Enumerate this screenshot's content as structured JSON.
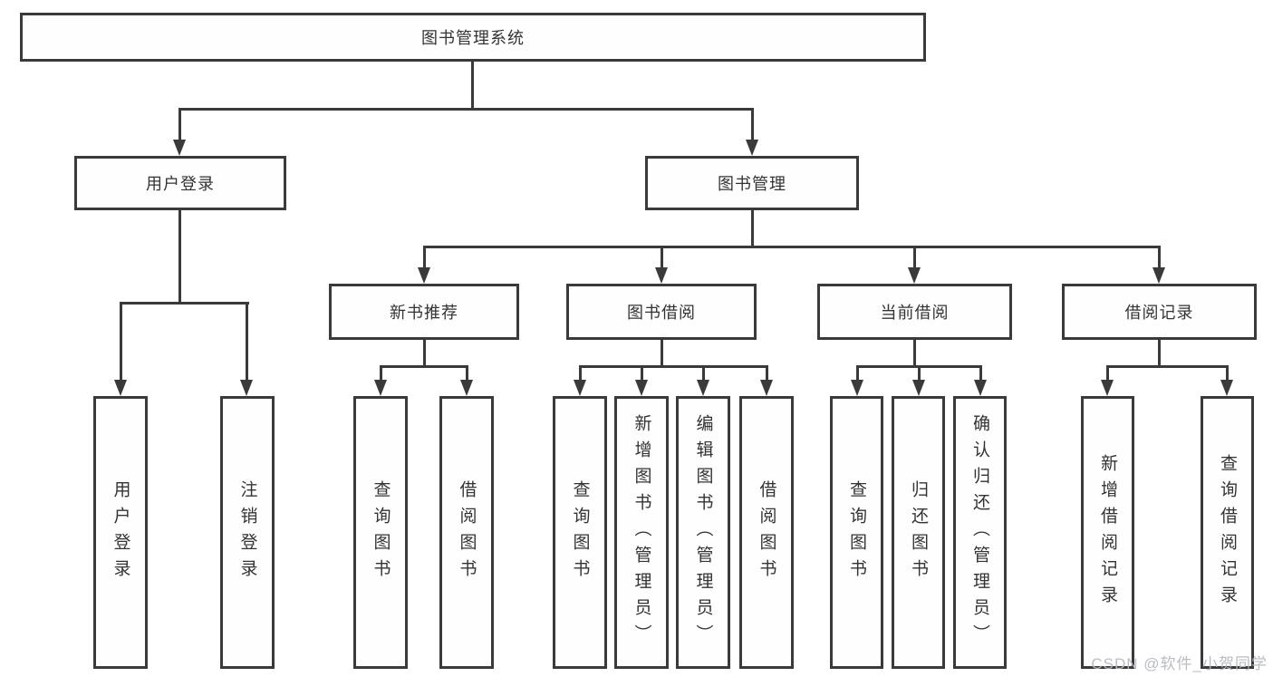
{
  "diagram": {
    "root": "图书管理系统",
    "branches": {
      "user_login": {
        "label": "用户登录",
        "children": {
          "login": "用户登录",
          "logout": "注销登录"
        }
      },
      "book_management": {
        "label": "图书管理",
        "children": {
          "new_book_recommend": {
            "label": "新书推荐",
            "children": {
              "query_books": "查询图书",
              "borrow_books": "借阅图书"
            }
          },
          "book_borrowing": {
            "label": "图书借阅",
            "children": {
              "query_books": "查询图书",
              "add_books_admin": "新增图书（管理员）",
              "edit_books_admin": "编辑图书（管理员）",
              "borrow_books": "借阅图书"
            }
          },
          "current_borrowing": {
            "label": "当前借阅",
            "children": {
              "query_books": "查询图书",
              "return_books": "归还图书",
              "confirm_return_admin": "确认归还（管理员）"
            }
          },
          "borrowing_records": {
            "label": "借阅记录",
            "children": {
              "add_record": "新增借阅记录",
              "query_record": "查询借阅记录"
            }
          }
        }
      }
    }
  },
  "watermark": "CSDN @软件_小贺同学",
  "colors": {
    "line": "#3a3a3a",
    "text": "#333333",
    "background": "#ffffff",
    "watermark_text": "#b6bac2"
  }
}
